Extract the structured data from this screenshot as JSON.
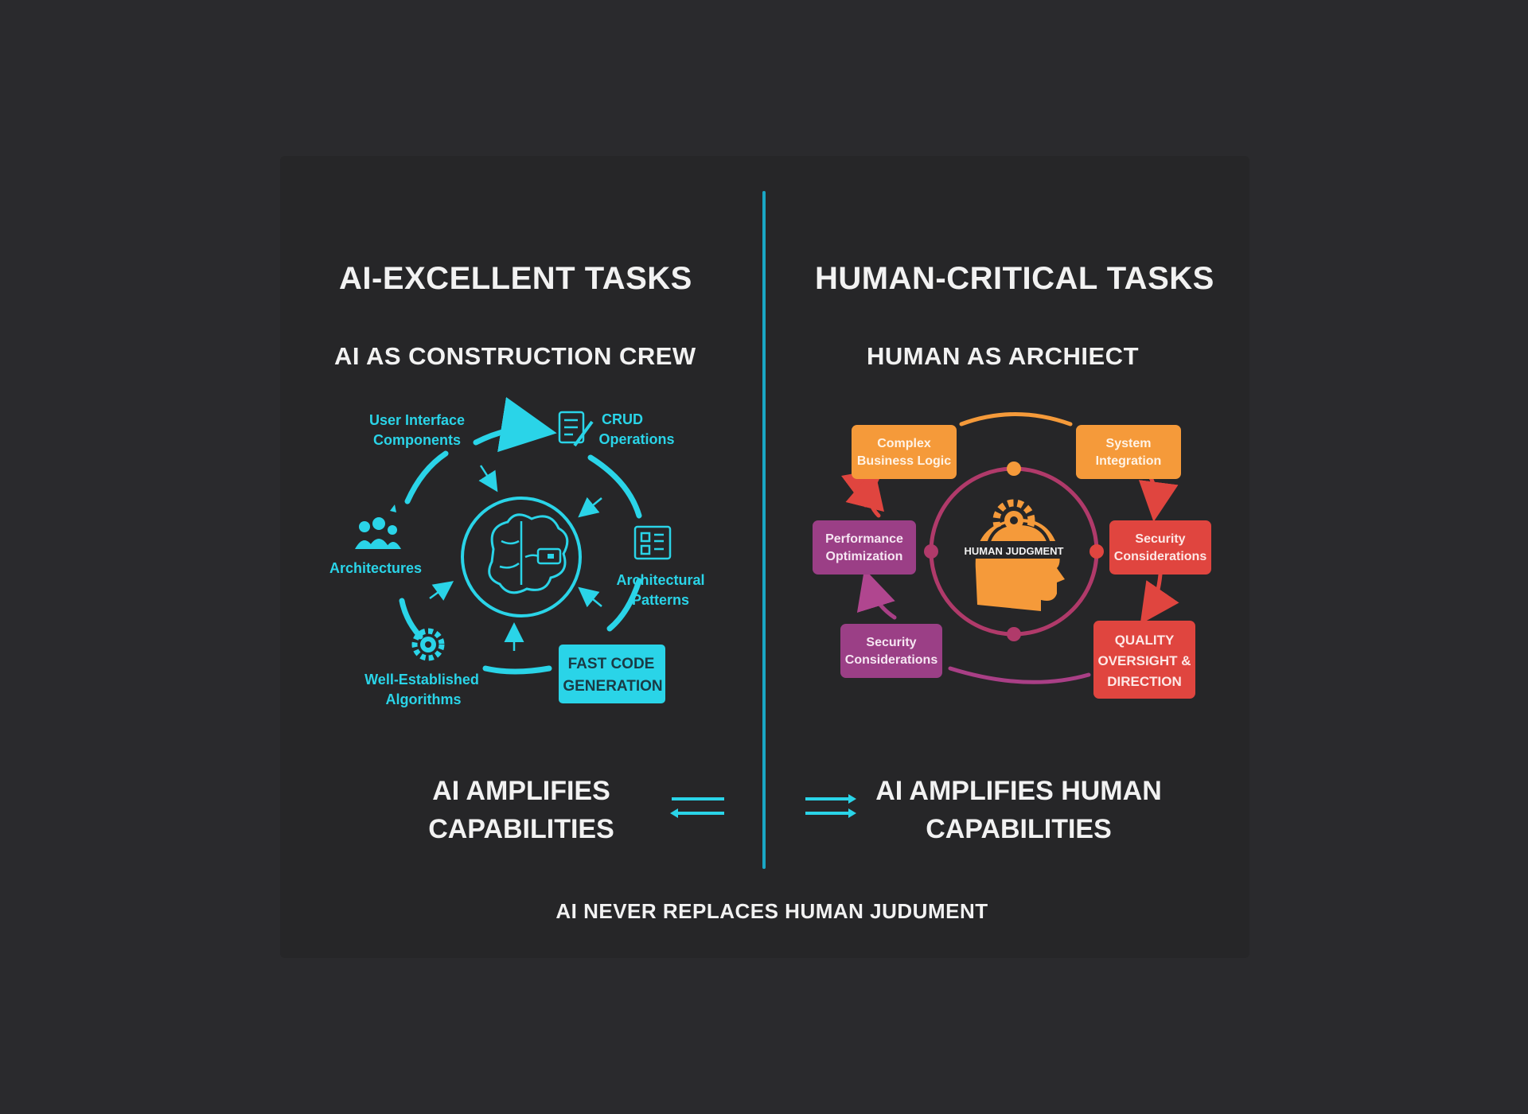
{
  "left": {
    "title": "AI-EXCELLENT TASKS",
    "subtitle": "AI AS CONSTRUCTION CREW",
    "accent": "#2ad4e8",
    "items": {
      "ui_line1": "User Interface",
      "ui_line2": "Components",
      "crud_line1": "CRUD",
      "crud_line2": "Operations",
      "arch_left": "Architectures",
      "arch_patterns_line1": "Architectural",
      "arch_patterns_line2": "Patterns",
      "algos_line1": "Well-Established",
      "algos_line2": "Algorithms",
      "fast_line1": "FAST CODE",
      "fast_line2": "GENERATION"
    },
    "amplifies": [
      "AI AMPLIFIES",
      "CAPABILITIES"
    ]
  },
  "right": {
    "title": "HUMAN-CRITICAL TASKS",
    "subtitle": "HUMAN AS ARCHIECT",
    "center_label": "HUMAN JUDGMENT",
    "boxes": {
      "business_line1": "Complex",
      "business_line2": "Business Logic",
      "integration_line1": "System",
      "integration_line2": "Integration",
      "performance_line1": "Performance",
      "performance_line2": "Optimization",
      "security_right_line1": "Security",
      "security_right_line2": "Considerations",
      "security_left_line1": "Security",
      "security_left_line2": "Considerations",
      "quality_line1": "QUALITY",
      "quality_line2": "OVERSIGHT &",
      "quality_line3": "DIRECTION"
    },
    "amplifies": [
      "AI AMPLIFIES HUMAN",
      "CAPABILITIES"
    ]
  },
  "footer": "AI NEVER REPLACES HUMAN JUDUMENT",
  "colors": {
    "background": "#2a2a2d",
    "cyan": "#2ad4e8",
    "orange": "#f59a3a",
    "purple": "#9b3f86",
    "red": "#e0453f",
    "divider": "#1aa6c4"
  },
  "icons": [
    "brain-icon",
    "document-pencil-icon",
    "team-icon",
    "layout-icon",
    "gear-icon",
    "human-head-gear-icon",
    "double-arrow-icon"
  ]
}
